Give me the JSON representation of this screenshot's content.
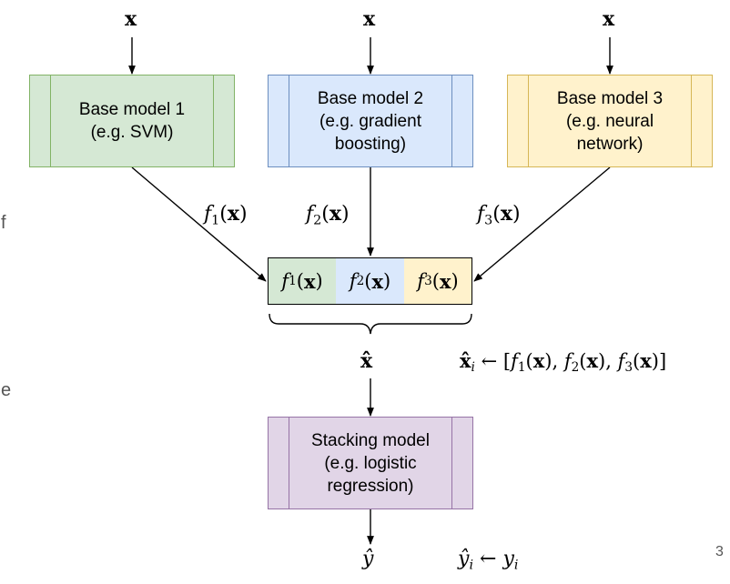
{
  "inputs": {
    "x": "x"
  },
  "boxes": {
    "base1": [
      "Base model 1",
      "(e.g. SVM)"
    ],
    "base2": [
      "Base model 2",
      "(e.g. gradient",
      "boosting)"
    ],
    "base3": [
      "Base model 3",
      "(e.g. neural",
      "network)"
    ],
    "stacking": [
      "Stacking model",
      "(e.g. logistic",
      "regression)"
    ]
  },
  "math": {
    "f": "f",
    "sub1": "1",
    "sub2": "2",
    "sub3": "3",
    "x": "x",
    "xhat": "x̂",
    "i": "i",
    "yhat": "ŷ",
    "y": "y",
    "arrow": "←"
  },
  "side": {
    "f_fragment": "f",
    "e_fragment": "e"
  },
  "page_number": "3",
  "colors": {
    "green_fill": "#d5e8d4",
    "green_stroke": "#82b366",
    "blue_fill": "#dae8fc",
    "blue_stroke": "#6c8ebf",
    "yellow_fill": "#fff2cc",
    "yellow_stroke": "#d6b656",
    "purple_fill": "#e1d5e7",
    "purple_stroke": "#9673a6"
  }
}
